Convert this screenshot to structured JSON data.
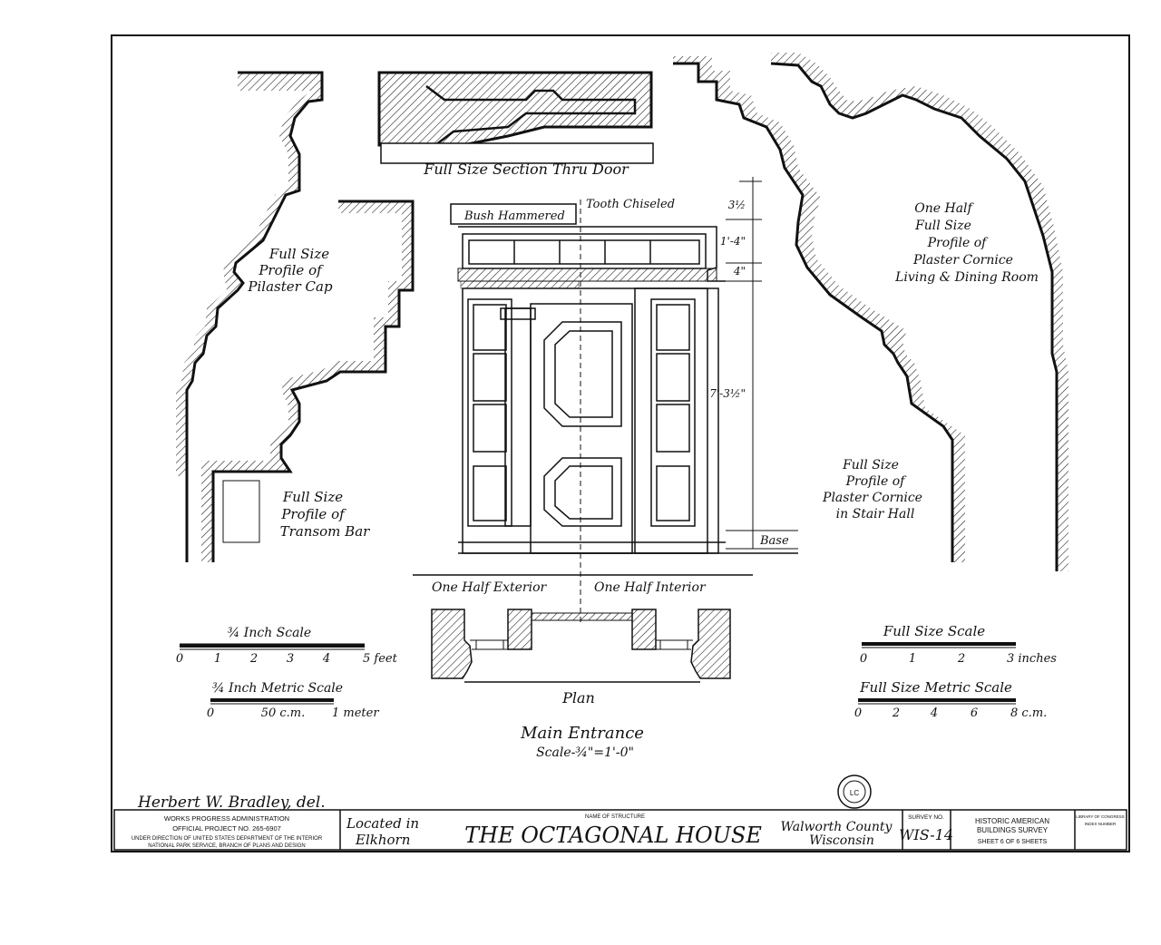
{
  "drawing": {
    "door_section_label": "Full Size Section Thru Door",
    "pilaster_cap_label": [
      "Full Size",
      "Profile of",
      "Pilaster Cap"
    ],
    "transom_bar_label": [
      "Full Size",
      "Profile of",
      "Transom Bar"
    ],
    "living_cornice_label": [
      "One Half",
      "Full Size",
      "Profile of",
      "Plaster Cornice",
      "Living & Dining Room"
    ],
    "stair_cornice_label": [
      "Full Size",
      "Profile of",
      "Plaster Cornice",
      "in Stair Hall"
    ],
    "bush_hammered": "Bush Hammered",
    "tooth_chiseled": "Tooth Chiseled",
    "dim_top": "3½",
    "dim_transom": "1'-4\"",
    "dim_cap": "4\"",
    "dim_door": "7'-3½\"",
    "dim_base": "Base",
    "half_exterior": "One Half Exterior",
    "half_interior": "One Half Interior",
    "plan_label": "Plan",
    "main_entrance": "Main Entrance",
    "main_entrance_scale": "Scale-¾\"=1'-0\""
  },
  "scales": {
    "inch_scale_title": "¾ Inch Scale",
    "inch_scale_ticks": [
      "0",
      "1",
      "2",
      "3",
      "4",
      "5 feet"
    ],
    "metric_scale_title": "¾ Inch Metric Scale",
    "metric_scale_ticks": [
      "0",
      "50 c.m.",
      "1 meter"
    ],
    "full_scale_title": "Full Size Scale",
    "full_scale_ticks": [
      "0",
      "1",
      "2",
      "3 inches"
    ],
    "full_metric_title": "Full Size Metric Scale",
    "full_metric_ticks": [
      "0",
      "2",
      "4",
      "6",
      "8 c.m."
    ]
  },
  "signature": "Herbert W. Bradley, del.",
  "seal_text": "LC",
  "title_block": {
    "wpa_line1": "WORKS PROGRESS ADMINISTRATION",
    "wpa_line2": "OFFICIAL PROJECT NO. 265-6907",
    "wpa_line3": "UNDER DIRECTION OF UNITED STATES DEPARTMENT OF THE INTERIOR",
    "wpa_line4": "NATIONAL PARK SERVICE, BRANCH OF PLANS AND DESIGN",
    "located_line1": "Located in",
    "located_line2": "Elkhorn",
    "name_caption": "NAME OF STRUCTURE",
    "structure_name": "THE OCTAGONAL HOUSE",
    "county_line1": "Walworth County",
    "county_line2": "Wisconsin",
    "survey_caption": "SURVEY NO.",
    "survey_no": "WIS-14",
    "habs_line1": "HISTORIC AMERICAN",
    "habs_line2": "BUILDINGS SURVEY",
    "sheet_line": "SHEET 6 OF 6 SHEETS",
    "loc_line1": "LIBRARY OF CONGRESS",
    "loc_line2": "INDEX NUMBER"
  },
  "colors": {
    "ink": "#111111",
    "paper": "#ffffff"
  }
}
